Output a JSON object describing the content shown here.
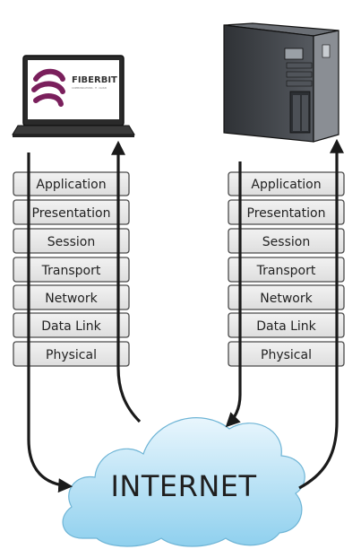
{
  "laptop": {
    "brand": "FIBERBIT",
    "tagline": "COMMUNICATIONS · IT · CLOUD"
  },
  "stacks": {
    "left": [
      "Application",
      "Presentation",
      "Session",
      "Transport",
      "Network",
      "Data Link",
      "Physical"
    ],
    "right": [
      "Application",
      "Presentation",
      "Session",
      "Transport",
      "Network",
      "Data Link",
      "Physical"
    ]
  },
  "cloud": {
    "label": "INTERNET"
  },
  "colors": {
    "layer_fill": "#e8e8e8",
    "layer_stroke": "#4a4a4a",
    "cloud_fill_top": "#e9f6fd",
    "cloud_fill_bottom": "#8fd0ee",
    "server_body": "#3f4247",
    "brand_purple": "#7a1f5c",
    "arrow": "#1a1a1a"
  }
}
